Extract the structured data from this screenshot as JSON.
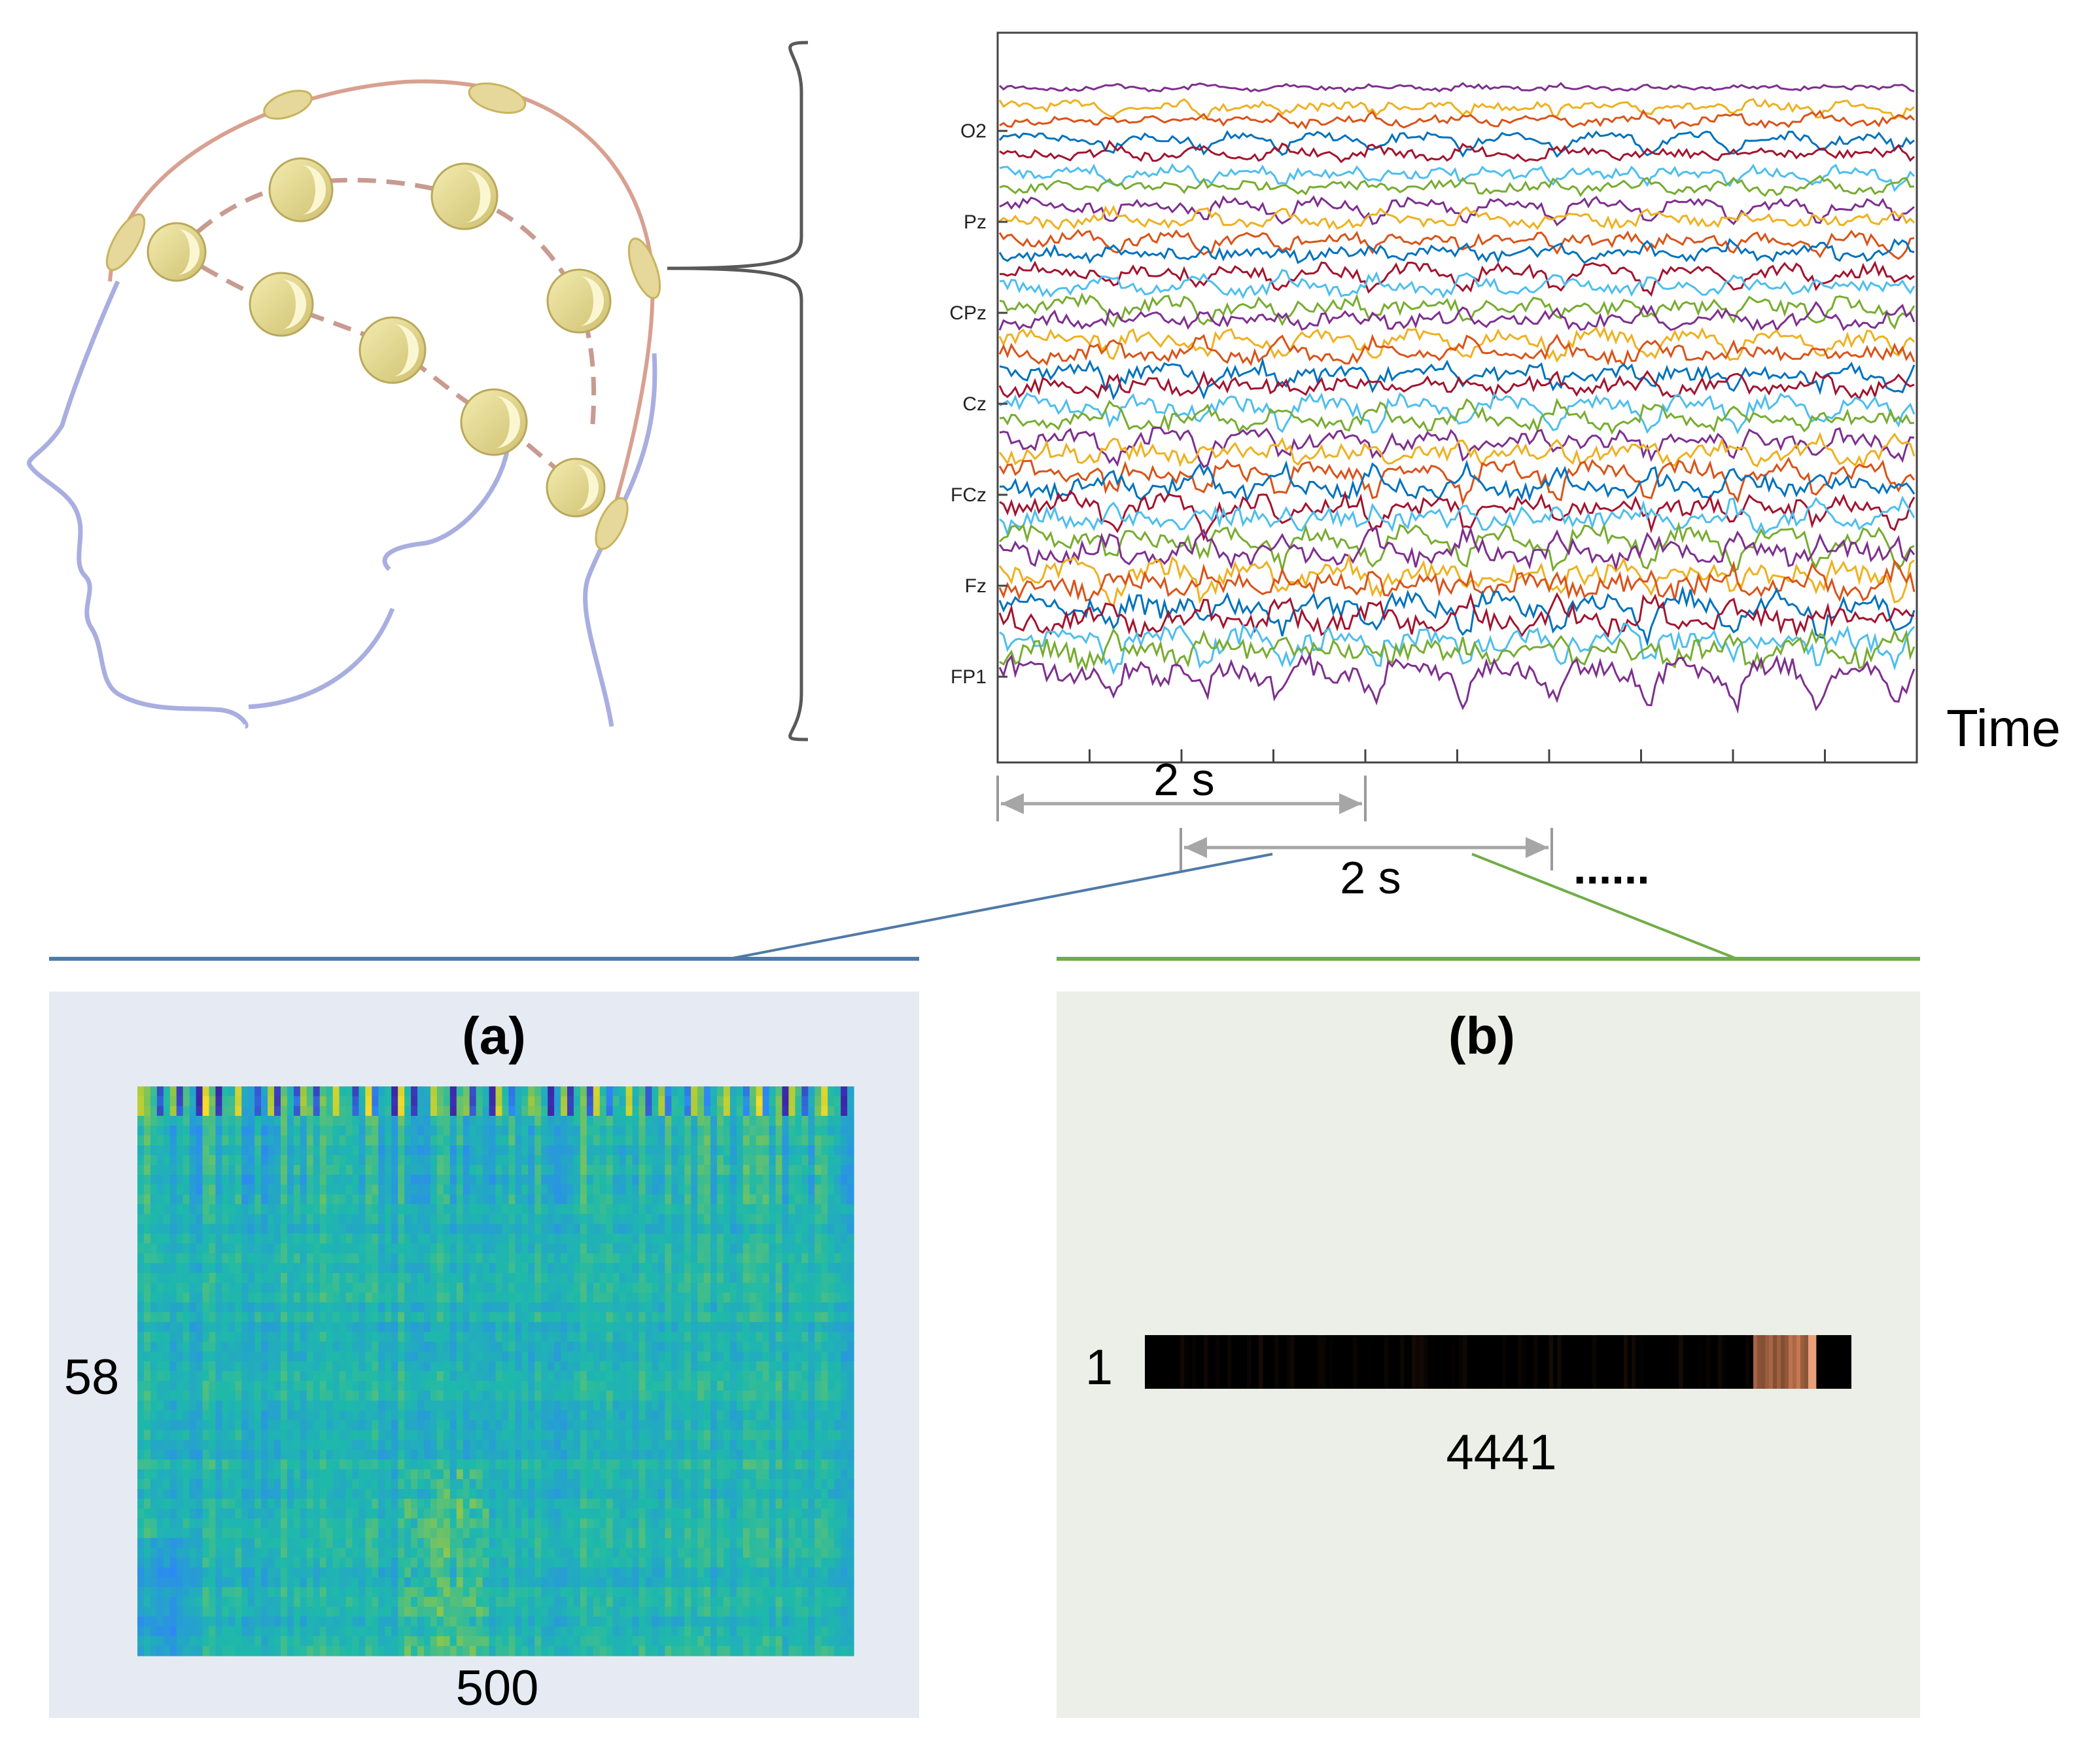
{
  "eeg_plot": {
    "channel_labels": [
      "O2",
      "Pz",
      "CPz",
      "Cz",
      "FCz",
      "Fz",
      "FP1"
    ],
    "axis_label": "Time",
    "trace_colors": [
      "#7e2f8e",
      "#edb120",
      "#d95319",
      "#0072bd",
      "#a2142f",
      "#4dbeee",
      "#77ac30"
    ]
  },
  "windows": {
    "first_label": "2 s",
    "second_label": "2 s",
    "ellipsis": "......"
  },
  "panel_a": {
    "title": "(a)",
    "rows_label": "58",
    "cols_label": "500",
    "bg_color": "#e6ebf3",
    "connector_color": "#4f7aa8"
  },
  "panel_b": {
    "title": "(b)",
    "rows_label": "1",
    "cols_label": "4441",
    "bg_color": "#ecefe8",
    "connector_color": "#70ad47"
  }
}
